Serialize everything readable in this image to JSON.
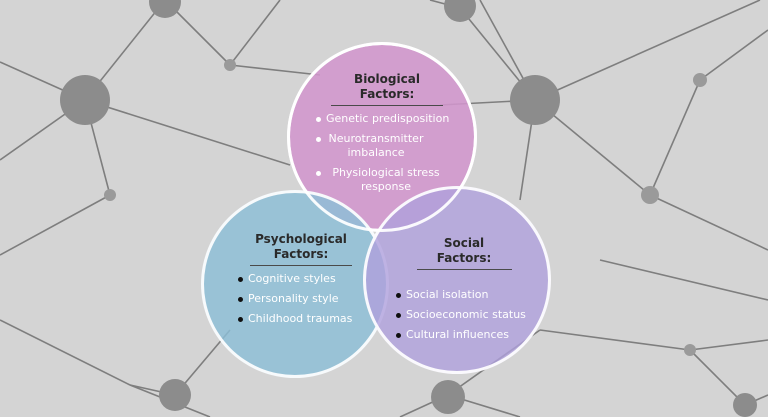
{
  "diagram": {
    "type": "venn",
    "circles": [
      {
        "id": "biological",
        "title": "Biological  Factors:",
        "items": [
          "Genetic predisposition",
          "Neurotransmitter imbalance",
          "Physiological stress response"
        ],
        "color": "#d296cd"
      },
      {
        "id": "psychological",
        "title": "Psychological Factors:",
        "items": [
          "Cognitive styles",
          "Personality style",
          "Childhood traumas"
        ],
        "color": "#8cbed7"
      },
      {
        "id": "social",
        "title": "Social Factors:",
        "items": [
          "Social isolation",
          "Socioeconomic status",
          "Cultural influences"
        ],
        "color": "#afa0dc"
      }
    ],
    "background_color": "#d4d4d4",
    "network_color": "#8a8a8a"
  }
}
